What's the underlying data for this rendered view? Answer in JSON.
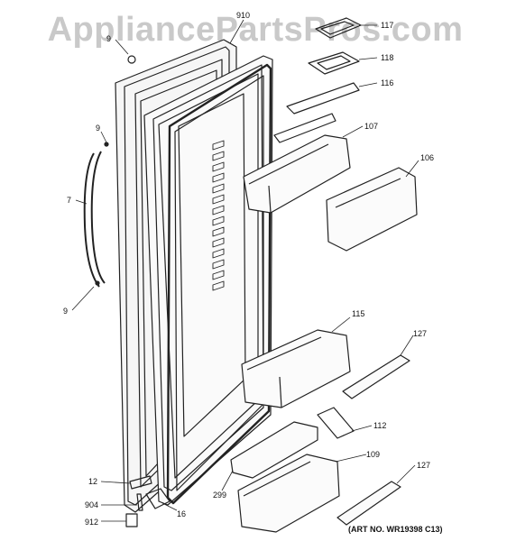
{
  "watermark": "AppliancePartsPros.com",
  "art_number": "(ART NO. WR19398 C13)",
  "callouts": [
    {
      "id": "c-910",
      "label": "910"
    },
    {
      "id": "c-9-top",
      "label": "9"
    },
    {
      "id": "c-117",
      "label": "117"
    },
    {
      "id": "c-118",
      "label": "118"
    },
    {
      "id": "c-116",
      "label": "116"
    },
    {
      "id": "c-107",
      "label": "107"
    },
    {
      "id": "c-106",
      "label": "106"
    },
    {
      "id": "c-9-left",
      "label": "9"
    },
    {
      "id": "c-7",
      "label": "7"
    },
    {
      "id": "c-9-bottom",
      "label": "9"
    },
    {
      "id": "c-115",
      "label": "115"
    },
    {
      "id": "c-127-top",
      "label": "127"
    },
    {
      "id": "c-112",
      "label": "112"
    },
    {
      "id": "c-109",
      "label": "109"
    },
    {
      "id": "c-127-bottom",
      "label": "127"
    },
    {
      "id": "c-12",
      "label": "12"
    },
    {
      "id": "c-904",
      "label": "904"
    },
    {
      "id": "c-16",
      "label": "16"
    },
    {
      "id": "c-299",
      "label": "299"
    },
    {
      "id": "c-912",
      "label": "912"
    }
  ]
}
